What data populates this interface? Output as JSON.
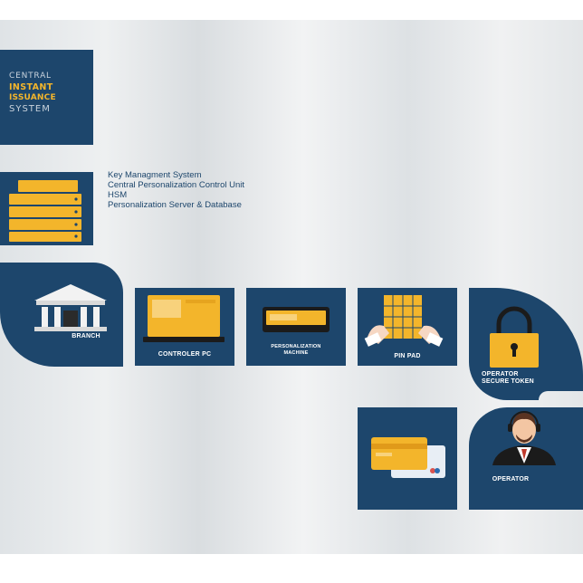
{
  "title": {
    "line1": "CENTRAL",
    "line2": "INSTANT",
    "line3": "ISSUANCE",
    "line4": "SYSTEM"
  },
  "server_components": [
    "Key Managment System",
    "Central Personalization Control Unit",
    "HSM",
    "Personalization Server & Database"
  ],
  "steps": {
    "branch": "BRANCH",
    "controller_pc": "CONTROLER PC",
    "personalization_machine_1": "PERSONALIZATION",
    "personalization_machine_2": "MACHINE",
    "pin_pad": "PIN PAD",
    "secure_token_1": "OPERATOR",
    "secure_token_2": "SECURE TOKEN",
    "operator": "OPERATOR"
  },
  "colors": {
    "navy": "#1d466c",
    "gold": "#f3b52b",
    "white": "#ffffff"
  }
}
